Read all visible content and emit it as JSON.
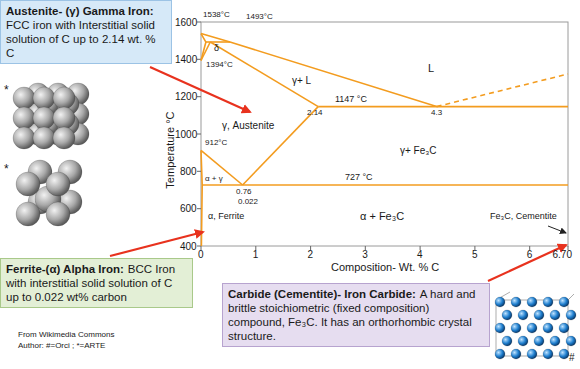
{
  "diagram": {
    "nodes": [
      {
        "text": [
          "Austenite- (γ) Gamma Iron:",
          "FCC iron with Interstitial solid solution of C up to 2.14 wt. % C"
        ]
      },
      {
        "text": [
          "Ferrite-(α) Alpha Iron:",
          "BCC Iron with interstitial solid solution of C up to 0.022 wt% carbon"
        ]
      },
      {
        "text": [
          "Carbide (Cementite)- Iron Carbide:",
          "A hard and brittle stoichiometric (fixed composition) compound, Fe₃C. It has an orthorhombic crystal structure."
        ]
      }
    ],
    "labels": [
      "1600",
      "1400",
      "1200",
      "1000",
      "800",
      "600",
      "400",
      "0",
      "1",
      "2",
      "3",
      "4",
      "5",
      "6",
      "6.70",
      "Temperature °C",
      "Composition- Wt. % C",
      "1538°C",
      "1493°C",
      "δ",
      "1394°C",
      "L",
      "γ+ L",
      "1147 °C",
      "2.14",
      "4.3",
      "912°C",
      "γ, Austenite",
      "γ+ Fe₃C",
      "α + γ",
      "727 °C",
      "0.76",
      "0.022",
      "α, Ferrite",
      "α + Fe₃C",
      "Fe₃C, Cementite",
      "*",
      "*",
      "#",
      "From Wikimedia Commons",
      "Author: #=Orci ; *=ARTE"
    ]
  }
}
